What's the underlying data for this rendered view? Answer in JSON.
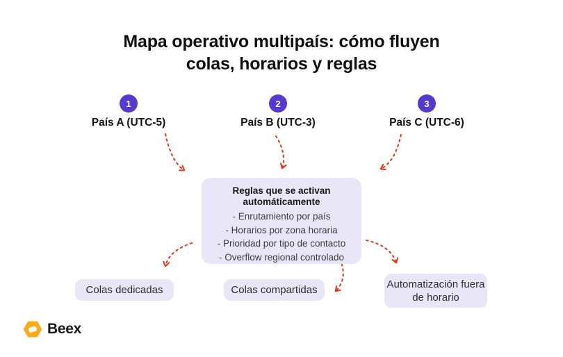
{
  "title": {
    "full": "Mapa operativo multipaís: cómo fluyen colas, horarios y reglas",
    "line1": "Mapa operativo multipaís: cómo fluyen",
    "line2": "colas, horarios y reglas"
  },
  "steps": [
    {
      "number": "1",
      "label": "País A (UTC-5)"
    },
    {
      "number": "2",
      "label": "País B (UTC-3)"
    },
    {
      "number": "3",
      "label": "País C (UTC-6)"
    }
  ],
  "rules_box": {
    "title": "Reglas que se activan automáticamente",
    "items": [
      "- Enrutamiento por país",
      "- Horarios por zona horaria",
      "- Prioridad por tipo de contacto",
      "- Overflow regional controlado"
    ]
  },
  "outcomes": [
    {
      "label": "Colas dedicadas"
    },
    {
      "label": "Colas compartidas"
    },
    {
      "label": "Automatización fuera de horario"
    }
  ],
  "footer": {
    "brand": "Beex"
  },
  "icons": {
    "arrow": "dashed-curved-arrow",
    "brand": "beex-hexagon-icon"
  },
  "colors": {
    "accent_purple": "#5639D1",
    "arrow_red": "#DC3D22",
    "box_lavender": "#E9E6F8",
    "brand_yellow": "#F9AB18",
    "title_black": "#101010",
    "background": "#FFFFFF"
  }
}
